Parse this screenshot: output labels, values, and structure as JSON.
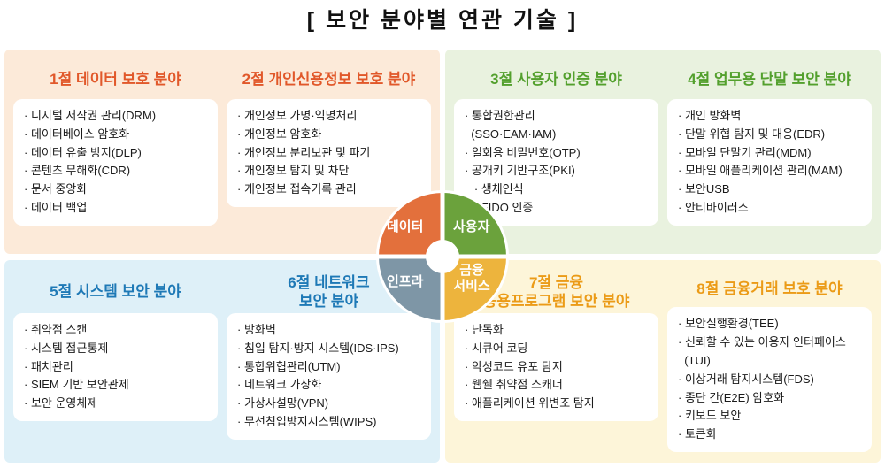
{
  "title": "[ 보안 분야별 연관 기술 ]",
  "pie": {
    "labels": {
      "data": "데이터",
      "user": "사용자",
      "infra": "인프라",
      "finance": "금융\n서비스"
    },
    "colors": {
      "data": "#e3703c",
      "user": "#6ba23c",
      "infra": "#7e96a6",
      "finance": "#edb43d"
    }
  },
  "panels": [
    {
      "id": "data-protection",
      "bg": "#fcead9",
      "heading_color": "#e1582a",
      "sections": [
        {
          "title": "1절 데이터 보호 분야",
          "items": [
            "· 디지털 저작권 관리(DRM)",
            "· 데이터베이스 암호화",
            "· 데이터 유출 방지(DLP)",
            "· 콘텐츠 무해화(CDR)",
            "· 문서 중앙화",
            "· 데이터 백업"
          ]
        },
        {
          "title": "2절 개인신용정보 보호 분야",
          "items": [
            "· 개인정보 가명·익명처리",
            "· 개인정보 암호화",
            "· 개인정보 분리보관 및 파기",
            "· 개인정보 탐지 및 차단",
            "· 개인정보 접속기록 관리"
          ]
        }
      ]
    },
    {
      "id": "user-authentication",
      "bg": "#e9f2df",
      "heading_color": "#53a02d",
      "sections": [
        {
          "title": "3절 사용자 인증 분야",
          "items": [
            "· 통합권한관리",
            "  (SSO·EAM·IAM)",
            "· 일회용 비밀번호(OTP)",
            "· 공개키 기반구조(PKI)",
            "   · 생체인식",
            "   · FIDO 인증"
          ]
        },
        {
          "title": "4절 업무용 단말 보안 분야",
          "items": [
            "· 개인 방화벽",
            "· 단말 위협 탐지 및 대응(EDR)",
            "· 모바일 단말기 관리(MDM)",
            "· 모바일 애플리케이션 관리(MAM)",
            "· 보안USB",
            "· 안티바이러스"
          ]
        }
      ]
    },
    {
      "id": "system-security",
      "bg": "#def0f8",
      "heading_color": "#1e79b6",
      "sections": [
        {
          "title": "5절 시스템 보안 분야",
          "items": [
            "· 취약점 스캔",
            "· 시스템 접근통제",
            "· 패치관리",
            "· SIEM 기반 보안관제",
            "· 보안 운영체제"
          ]
        },
        {
          "title": "6절 네트워크\n보안 분야",
          "items": [
            "· 방화벽",
            "· 침입 탐지·방지 시스템(IDS·IPS)",
            "· 통합위협관리(UTM)",
            "· 네트워크 가상화",
            "· 가상사설망(VPN)",
            "· 무선침입방지시스템(WIPS)"
          ]
        }
      ]
    },
    {
      "id": "financial-security",
      "bg": "#fdf5d9",
      "heading_color": "#eb9b17",
      "sections": [
        {
          "title": "7절 금융\n응용프로그램 보안 분야",
          "items": [
            "· 난독화",
            "· 시큐어 코딩",
            "· 악성코드 유포 탐지",
            "· 웹쉘 취약점 스캐너",
            "· 애플리케이션 위변조 탐지"
          ]
        },
        {
          "title": "8절 금융거래 보호 분야",
          "items": [
            "· 보안실행환경(TEE)",
            "· 신뢰할 수 있는 이용자 인터페이스",
            "  (TUI)",
            "· 이상거래 탐지시스템(FDS)",
            "· 종단 간(E2E) 암호화",
            "· 키보드 보안",
            "· 토큰화"
          ]
        }
      ]
    }
  ]
}
